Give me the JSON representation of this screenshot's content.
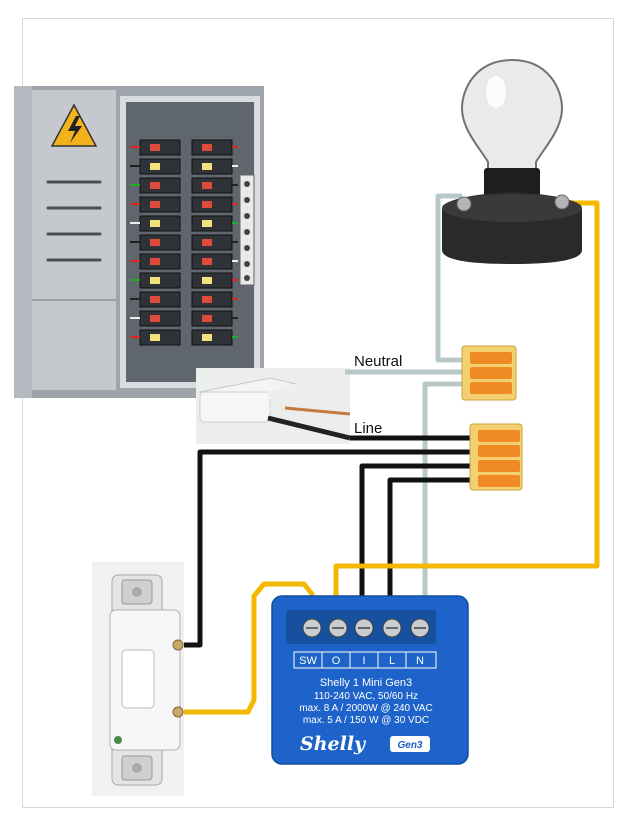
{
  "labels": {
    "neutral": "Neutral",
    "line": "Line"
  },
  "device": {
    "terminals": [
      "SW",
      "O",
      "I",
      "L",
      "N"
    ],
    "model": "Shelly 1 Mini Gen3",
    "spec_voltage": "110-240 VAC, 50/60 Hz",
    "spec_ac": "max. 8 A / 2000W @ 240 VAC",
    "spec_dc": "max. 5 A / 150 W @ 30 VDC",
    "brand": "Shelly",
    "badge": "Gen3"
  },
  "colors": {
    "wire_black": "#111111",
    "wire_yellow": "#f5b800",
    "wire_neutral": "#b8c8c8",
    "device_blue": "#1e63c9",
    "connector_orange": "#f08a24"
  },
  "icons": {
    "panel_warning": "high-voltage-warning-icon"
  }
}
